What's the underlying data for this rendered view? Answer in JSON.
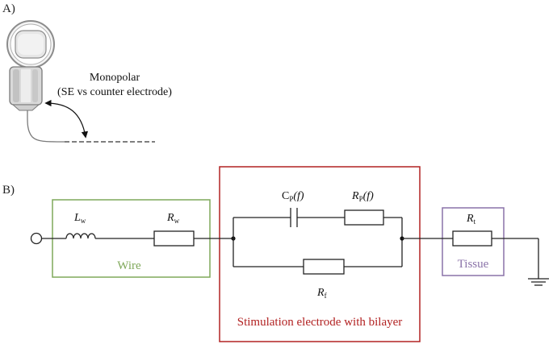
{
  "panel_a": {
    "label": "A)",
    "annotation_line1": "Monopolar",
    "annotation_line2": "(SE vs counter electrode)"
  },
  "panel_b": {
    "label": "B)",
    "boxes": {
      "wire": {
        "title": "Wire",
        "color": "#7fa85a"
      },
      "electrode": {
        "title": "Stimulation electrode with bilayer",
        "color": "#b22222"
      },
      "tissue": {
        "title": "Tissue",
        "color": "#8a72a8"
      }
    },
    "components": {
      "inductor": {
        "main": "L",
        "sub": "w"
      },
      "wire_resistor": {
        "main": "R",
        "sub": "w"
      },
      "capacitor": {
        "main": "C",
        "sub": "P",
        "suffix": "(f)"
      },
      "polarization_resistor": {
        "main": "R",
        "sub": "P",
        "suffix": "(f)"
      },
      "faradaic_resistor": {
        "main": "R",
        "sub": "f"
      },
      "tissue_resistor": {
        "main": "R",
        "sub": "t"
      }
    }
  }
}
